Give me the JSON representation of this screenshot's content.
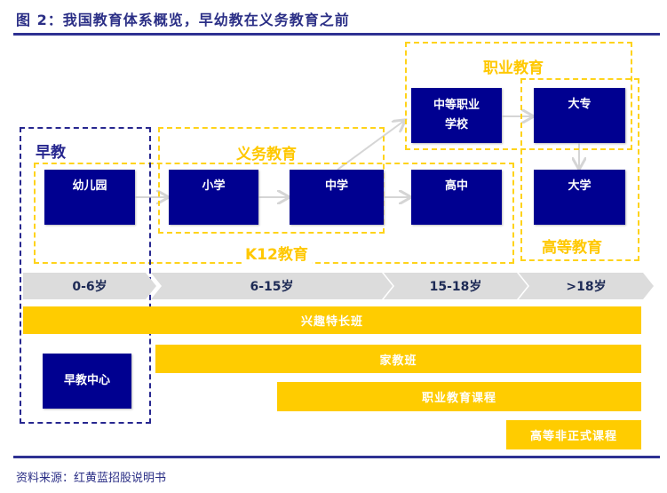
{
  "title": "图 2：我国教育体系概览，早幼教在义务教育之前",
  "groups": {
    "vocational": "职业教育",
    "higher": "高等教育",
    "early": "早教",
    "compulsory": "义务教育",
    "k12": "K12教育"
  },
  "boxes": {
    "kindergarten": "幼儿园",
    "primary": "小学",
    "middle": "中学",
    "high": "高中",
    "vocational_school": "中等职业学校",
    "college": "大专",
    "university": "大学",
    "early_center": "早教中心"
  },
  "ages": [
    "0-6岁",
    "6-15岁",
    "15-18岁",
    ">18岁"
  ],
  "bars": [
    "兴趣特长班",
    "家教班",
    "职业教育课程",
    "高等非正式课程"
  ],
  "source": "资料来源：红黄蓝招股说明书",
  "colors": {
    "navy": "#000090",
    "yellow": "#ffcc00",
    "title": "#2b2f86"
  }
}
